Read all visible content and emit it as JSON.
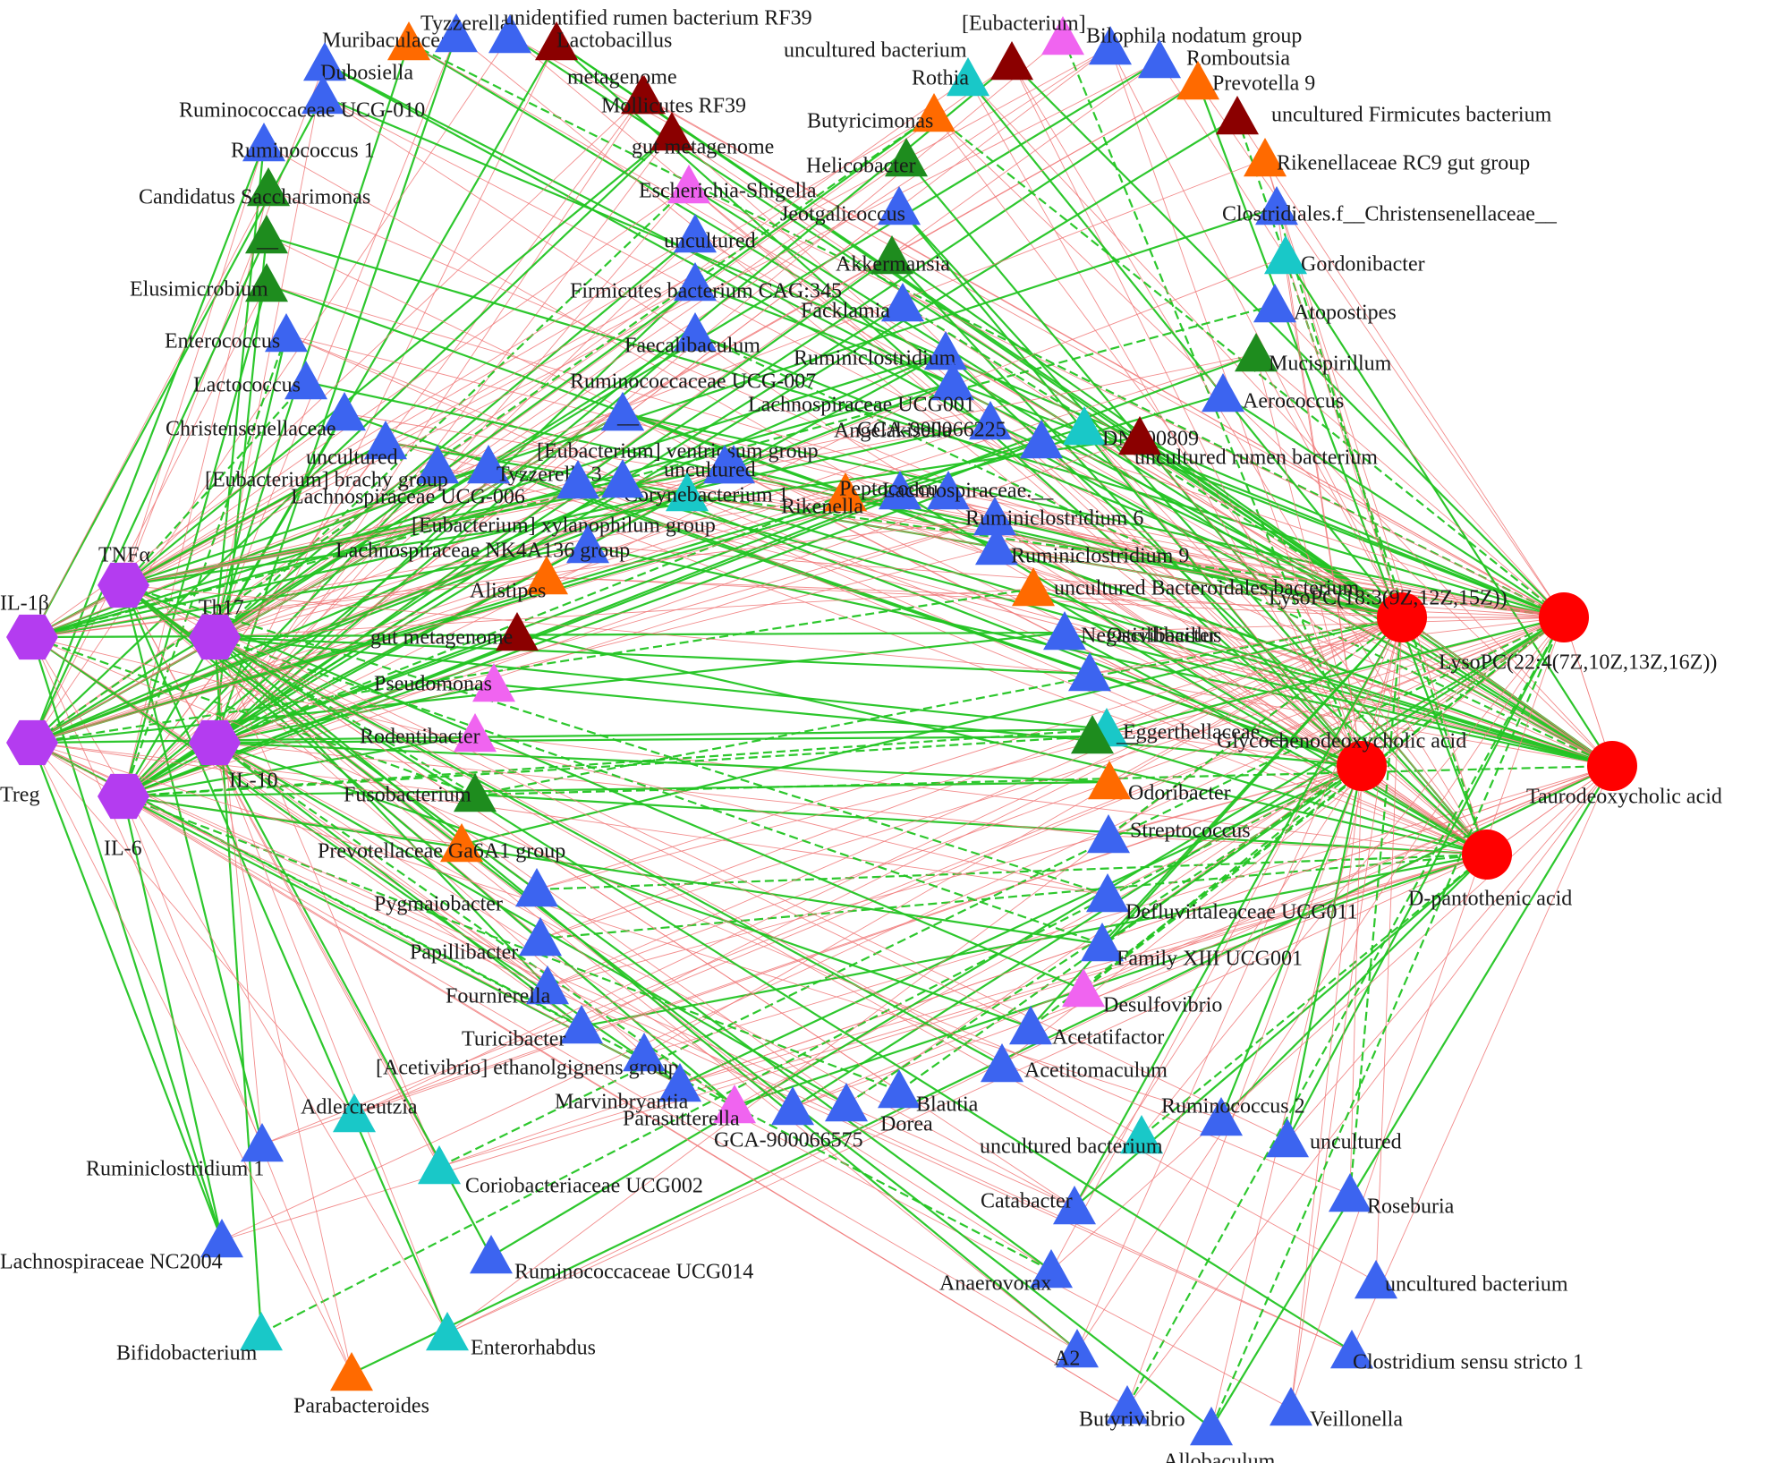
{
  "colors": {
    "immune": "#B43CF0",
    "metabolite": "#FF0000",
    "blue": "#3C64F0",
    "darkred": "#8B0000",
    "orange": "#FF6A00",
    "green": "#1E8C1E",
    "cyan": "#19C8C8",
    "pink": "#F064F0",
    "edge_pos": "#F07878",
    "edge_neg": "#22C422"
  },
  "immune_nodes": [
    {
      "id": "TNFa",
      "label": "TNFα"
    },
    {
      "id": "IL1b",
      "label": "IL-1β"
    },
    {
      "id": "Th17",
      "label": "Th17"
    },
    {
      "id": "Treg",
      "label": "Treg"
    },
    {
      "id": "IL10",
      "label": "IL-10"
    },
    {
      "id": "IL6",
      "label": "IL-6"
    }
  ],
  "metabolite_nodes": [
    {
      "id": "LPC18",
      "label": "LysoPC(18:3(9Z,12Z,15Z))"
    },
    {
      "id": "LPC22",
      "label": "LysoPC(22:4(7Z,10Z,13Z,16Z))"
    },
    {
      "id": "GCDCA",
      "label": "Glycochenodeoxycholic acid"
    },
    {
      "id": "TDCA",
      "label": "Taurodeoxycholic acid"
    },
    {
      "id": "DPA",
      "label": "D-pantothenic acid"
    }
  ],
  "taxa": [
    {
      "label": "Muribaculaceae",
      "color": "orange"
    },
    {
      "label": "Tyzzerella",
      "color": "blue"
    },
    {
      "label": "unidentified rumen bacterium RF39",
      "color": "blue"
    },
    {
      "label": "Lactobacillus",
      "color": "darkred"
    },
    {
      "label": "Dubosiella",
      "color": "blue"
    },
    {
      "label": "metagenome",
      "color": "darkred"
    },
    {
      "label": "Ruminococcaceae UCG-010",
      "color": "blue"
    },
    {
      "label": "Mollicutes RF39",
      "color": "darkred"
    },
    {
      "label": "Ruminococcus 1",
      "color": "blue"
    },
    {
      "label": "gut metagenome",
      "color": "darkred"
    },
    {
      "label": "Candidatus Saccharimonas",
      "color": "green"
    },
    {
      "label": "Escherichia-Shigella",
      "color": "pink"
    },
    {
      "label": "__",
      "color": "green"
    },
    {
      "label": "uncultured",
      "color": "blue"
    },
    {
      "label": "Elusimicrobium",
      "color": "green"
    },
    {
      "label": "Firmicutes bacterium CAG:345",
      "color": "blue"
    },
    {
      "label": "Enterococcus",
      "color": "blue"
    },
    {
      "label": "Faecalibaculum",
      "color": "blue"
    },
    {
      "label": "Lactococcus",
      "color": "blue"
    },
    {
      "label": "Ruminococcaceae UCG-007",
      "color": "blue"
    },
    {
      "label": "Christensenellaceae",
      "color": "blue"
    },
    {
      "label": "__",
      "color": "blue"
    },
    {
      "label": "uncultured",
      "color": "blue"
    },
    {
      "label": "[Eubacterium] brachy group",
      "color": "blue"
    },
    {
      "label": "Tyzzerella 3",
      "color": "blue"
    },
    {
      "label": "[Eubacterium] ventriosum group",
      "color": "blue"
    },
    {
      "label": "uncultured",
      "color": "blue"
    },
    {
      "label": "Lachnospiraceae UCG-006",
      "color": "blue"
    },
    {
      "label": "Corynebacterium 1",
      "color": "cyan"
    },
    {
      "label": "[Eubacterium] xylanophilum group",
      "color": "blue"
    },
    {
      "label": "Lachnospiraceae NK4A136 group",
      "color": "blue"
    },
    {
      "label": "Alistipes",
      "color": "orange"
    },
    {
      "label": "gut metagenome",
      "color": "darkred"
    },
    {
      "label": "Pseudomonas",
      "color": "pink"
    },
    {
      "label": "Rodentibacter",
      "color": "pink"
    },
    {
      "label": "Fusobacterium",
      "color": "green"
    },
    {
      "label": "Prevotellaceae Ga6A1 group",
      "color": "orange"
    },
    {
      "label": "Pygmaiobacter",
      "color": "blue"
    },
    {
      "label": "Papillibacter",
      "color": "blue"
    },
    {
      "label": "Fournierella",
      "color": "blue"
    },
    {
      "label": "Turicibacter",
      "color": "blue"
    },
    {
      "label": "[Acetivibrio] ethanolgignens group",
      "color": "blue"
    },
    {
      "label": "Marvinbryantia",
      "color": "blue"
    },
    {
      "label": "Parasutterella",
      "color": "pink"
    },
    {
      "label": "GCA-900066575",
      "color": "blue"
    },
    {
      "label": "Dorea",
      "color": "blue"
    },
    {
      "label": "Blautia",
      "color": "blue"
    },
    {
      "label": "Adlercreutzia",
      "color": "cyan"
    },
    {
      "label": "Ruminiclostridium 1",
      "color": "blue"
    },
    {
      "label": "Coriobacteriaceae UCG002",
      "color": "cyan"
    },
    {
      "label": "Lachnospiraceae NC2004",
      "color": "blue"
    },
    {
      "label": "Ruminococcaceae UCG014",
      "color": "blue"
    },
    {
      "label": "Bifidobacterium",
      "color": "cyan"
    },
    {
      "label": "Enterorhabdus",
      "color": "cyan"
    },
    {
      "label": "Parabacteroides",
      "color": "orange"
    },
    {
      "label": "[Eubacterium]",
      "color": "pink"
    },
    {
      "label": "Bilophila nodatum group",
      "color": "blue"
    },
    {
      "label": "uncultured bacterium",
      "color": "darkred"
    },
    {
      "label": "Romboutsia",
      "color": "blue"
    },
    {
      "label": "Rothia",
      "color": "cyan"
    },
    {
      "label": "Prevotella 9",
      "color": "orange"
    },
    {
      "label": "Butyricimonas",
      "color": "orange"
    },
    {
      "label": "uncultured Firmicutes bacterium",
      "color": "darkred"
    },
    {
      "label": "Helicobacter",
      "color": "green"
    },
    {
      "label": "Rikenellaceae RC9 gut group",
      "color": "orange"
    },
    {
      "label": "Jeotgalicoccus",
      "color": "blue"
    },
    {
      "label": "Clostridiales.f__Christensenellaceae__",
      "color": "blue"
    },
    {
      "label": "Akkermansia",
      "color": "green"
    },
    {
      "label": "Gordonibacter",
      "color": "cyan"
    },
    {
      "label": "Facklamia",
      "color": "blue"
    },
    {
      "label": "Atopostipes",
      "color": "blue"
    },
    {
      "label": "Ruminiclostridium",
      "color": "blue"
    },
    {
      "label": "Mucispirillum",
      "color": "green"
    },
    {
      "label": "Lachnospiraceae UCG001",
      "color": "blue"
    },
    {
      "label": "Aerococcus",
      "color": "blue"
    },
    {
      "label": "Angelakisella",
      "color": "blue"
    },
    {
      "label": "DNF00809",
      "color": "cyan"
    },
    {
      "label": "GCA-900066225",
      "color": "blue"
    },
    {
      "label": "uncultured rumen bacterium",
      "color": "darkred"
    },
    {
      "label": "Rikenella",
      "color": "orange"
    },
    {
      "label": "Peptococcus",
      "color": "blue"
    },
    {
      "label": "Lachnospiraceae.__",
      "color": "blue"
    },
    {
      "label": "Ruminiclostridium 6",
      "color": "blue"
    },
    {
      "label": "Ruminiclostridium 9",
      "color": "blue"
    },
    {
      "label": "uncultured Bacteroidales bacterium",
      "color": "orange"
    },
    {
      "label": "Negativibacillus",
      "color": "blue"
    },
    {
      "label": "Oscillibacter",
      "color": "blue"
    },
    {
      "label": "Eggerthellaceae.__",
      "color": "cyan"
    },
    {
      "label": "__",
      "color": "green"
    },
    {
      "label": "Odoribacter",
      "color": "orange"
    },
    {
      "label": "Streptococcus",
      "color": "blue"
    },
    {
      "label": "Defluviitaleaceae UCG011",
      "color": "blue"
    },
    {
      "label": "Family XIII UCG001",
      "color": "blue"
    },
    {
      "label": "Desulfovibrio",
      "color": "pink"
    },
    {
      "label": "Acetatifactor",
      "color": "blue"
    },
    {
      "label": "Acetitomaculum",
      "color": "blue"
    },
    {
      "label": "Ruminococcus 2",
      "color": "blue"
    },
    {
      "label": "uncultured bacterium",
      "color": "cyan"
    },
    {
      "label": "uncultured",
      "color": "blue"
    },
    {
      "label": "Catabacter",
      "color": "blue"
    },
    {
      "label": "Roseburia",
      "color": "blue"
    },
    {
      "label": "Anaerovorax",
      "color": "blue"
    },
    {
      "label": "uncultured bacterium",
      "color": "blue"
    },
    {
      "label": "A2",
      "color": "blue"
    },
    {
      "label": "Clostridium sensu stricto 1",
      "color": "blue"
    },
    {
      "label": "Butyrivibrio",
      "color": "blue"
    },
    {
      "label": "Veillonella",
      "color": "blue"
    },
    {
      "label": "Allobaculum",
      "color": "blue"
    }
  ]
}
